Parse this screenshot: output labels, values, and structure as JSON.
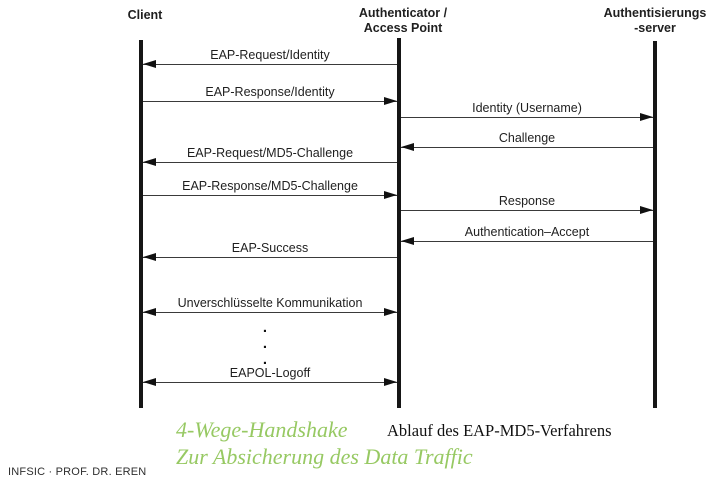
{
  "diagram": {
    "title_caption": "Ablauf des EAP-MD5-Verfahrens",
    "actors": [
      {
        "id": "client",
        "line1": "Client",
        "line2": ""
      },
      {
        "id": "authenticator",
        "line1": "Authenticator /",
        "line2": "Access Point"
      },
      {
        "id": "server",
        "line1": "Authentisierungs",
        "line2": "-server"
      }
    ],
    "messages": [
      {
        "label": "EAP-Request/Identity",
        "from": "authenticator",
        "to": "client"
      },
      {
        "label": "EAP-Response/Identity",
        "from": "client",
        "to": "authenticator"
      },
      {
        "label": "Identity (Username)",
        "from": "authenticator",
        "to": "server"
      },
      {
        "label": "Challenge",
        "from": "server",
        "to": "authenticator"
      },
      {
        "label": "EAP-Request/MD5-Challenge",
        "from": "authenticator",
        "to": "client"
      },
      {
        "label": "EAP-Response/MD5-Challenge",
        "from": "client",
        "to": "authenticator"
      },
      {
        "label": "Response",
        "from": "authenticator",
        "to": "server"
      },
      {
        "label": "Authentication–Accept",
        "from": "server",
        "to": "authenticator"
      },
      {
        "label": "EAP-Success",
        "from": "authenticator",
        "to": "client"
      },
      {
        "label": "Unverschlüsselte Kommunikation",
        "from": "client",
        "to": "authenticator",
        "bidirectional": true
      },
      {
        "label": "EAPOL-Logoff",
        "from": "client",
        "to": "authenticator",
        "bidirectional": true
      }
    ],
    "continuation_dots": [
      ".",
      ".",
      "."
    ]
  },
  "annotations": {
    "handshake_line1": "4-Wege-Handshake",
    "handshake_line2": "Zur Absicherung des Data Traffic"
  },
  "footer": {
    "text": "INFSIC · PROF. DR. EREN"
  },
  "colors": {
    "accent_green": "#97c963",
    "lifeline": "#161616",
    "arrow": "#3a3a3a",
    "background": "#ffffff"
  }
}
